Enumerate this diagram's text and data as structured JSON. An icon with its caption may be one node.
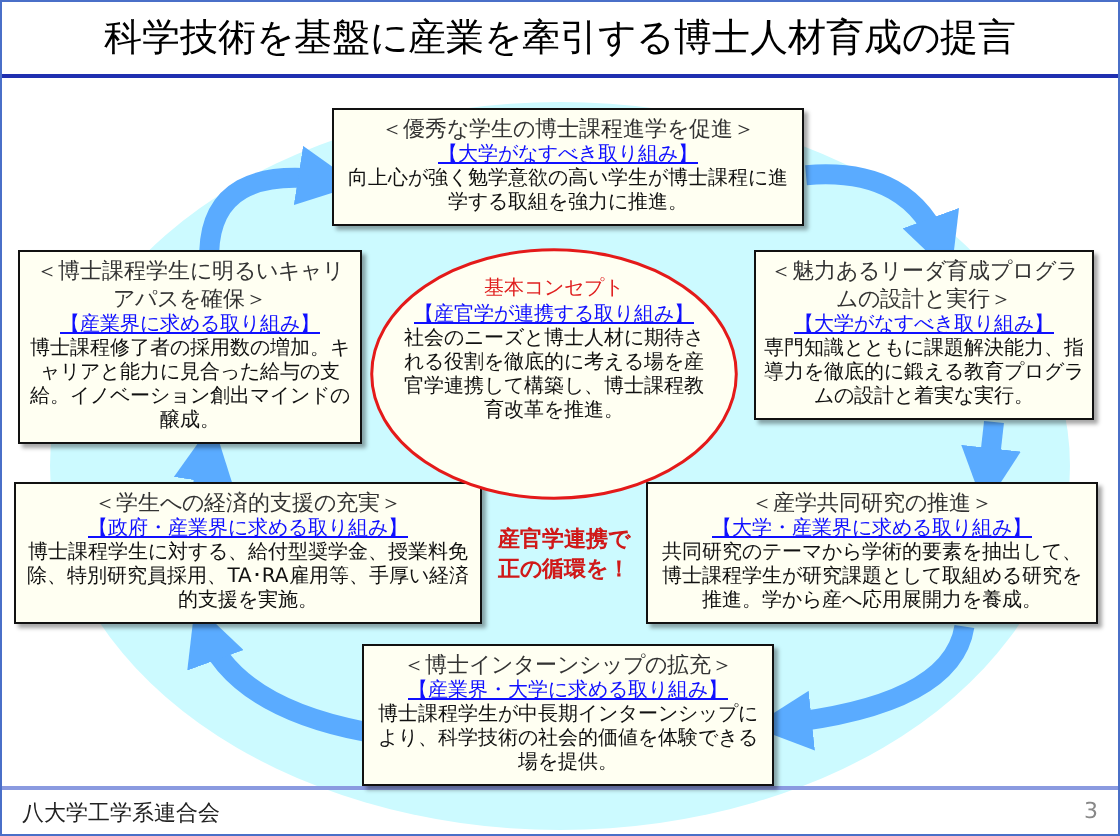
{
  "diagram": {
    "title": "科学技術を基盤に産業を牽引する博士人材育成の提言",
    "nodes": [
      {
        "text": [
          "＜優秀な学生の博士課程進学を促進＞",
          "【大学がなすべき取り組み】",
          "向上心が強く勉学意欲の高い学生が博士課程に進学する取組を強力に推進。"
        ]
      },
      {
        "text": [
          "＜魅力あるリーダ育成プログラムの設計と実行＞",
          "【大学がなすべき取り組み】",
          "専門知識とともに課題解決能力、指導力を徹底的に鍛える教育プログラムの設計と着実な実行。"
        ]
      },
      {
        "text": [
          "＜産学共同研究の推進＞",
          "【大学・産業界に求める取り組み】",
          "共同研究のテーマから学術的要素を抽出して、博士課程学生が研究課題として取組める研究を推進。学から産へ応用展開力を養成。"
        ]
      },
      {
        "text": [
          "＜博士インターンシップの拡充＞",
          "【産業界・大学に求める取り組み】",
          "博士課程学生が中長期インターンシップにより、科学技術の社会的価値を体験できる場を提供。"
        ]
      },
      {
        "text": [
          "＜学生への経済的支援の充実＞",
          "【政府・産業界に求める取り組み】",
          "博士課程学生に対する、給付型奨学金、授業料免除、特別研究員採用、TA･RA雇用等、手厚い経済的支援を実施。"
        ]
      },
      {
        "text": [
          "＜博士課程学生に明るいキャリアパスを確保＞",
          "【産業界に求める取り組み】",
          "博士課程修了者の採用数の増加。キャリアと能力に見合った給与の支給。イノベーション創出マインドの醸成。"
        ]
      },
      {
        "text": [
          "基本コンセプト",
          "【産官学が連携する取り組み】",
          "社会のニーズと博士人材に期待される役割を徹底的に考える場を産官学連携して構築し、博士課程教育改革を推進。"
        ]
      }
    ],
    "edges": [
      {
        "from": 0,
        "to": 1,
        "arrow": "to"
      },
      {
        "from": 1,
        "to": 2,
        "arrow": "to"
      },
      {
        "from": 2,
        "to": 3,
        "arrow": "to"
      },
      {
        "from": 3,
        "to": 4,
        "arrow": "to"
      },
      {
        "from": 4,
        "to": 5,
        "arrow": "to"
      },
      {
        "from": 5,
        "to": 0,
        "arrow": "to"
      }
    ],
    "labels": [
      "産官学連携で正の循環を！",
      "八大学工学系連合会",
      "3"
    ]
  }
}
